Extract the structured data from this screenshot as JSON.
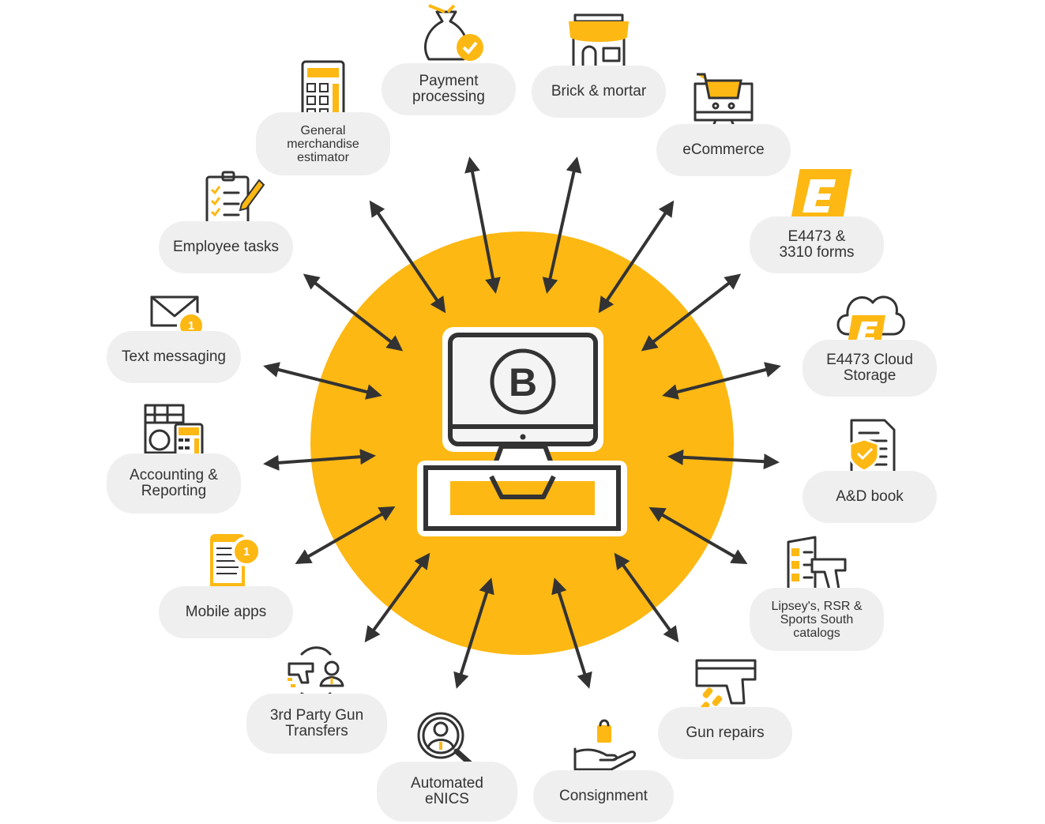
{
  "diagram": {
    "center_logo": "B",
    "nodes": [
      {
        "id": "payment",
        "label": "Payment\nprocessing",
        "icon": "money-bag-check-icon"
      },
      {
        "id": "brick",
        "label": "Brick & mortar",
        "icon": "storefront-icon"
      },
      {
        "id": "ecommerce",
        "label": "eCommerce",
        "icon": "monitor-cart-icon"
      },
      {
        "id": "e4473",
        "label": "E4473 &\n3310 forms",
        "icon": "e4473-logo-icon"
      },
      {
        "id": "cloud",
        "label": "E4473 Cloud\nStorage",
        "icon": "cloud-e4473-icon"
      },
      {
        "id": "adbook",
        "label": "A&D book",
        "icon": "document-shield-icon"
      },
      {
        "id": "catalogs",
        "label": "Lipsey's, RSR &\nSports South\ncatalogs",
        "icon": "catalog-gun-icon"
      },
      {
        "id": "repairs",
        "label": "Gun repairs",
        "icon": "gun-shells-icon"
      },
      {
        "id": "consignment",
        "label": "Consignment",
        "icon": "hand-bag-icon"
      },
      {
        "id": "enics",
        "label": "Automated\neNICS",
        "icon": "magnifier-person-icon"
      },
      {
        "id": "transfers",
        "label": "3rd Party Gun\nTransfers",
        "icon": "gun-transfer-person-icon"
      },
      {
        "id": "mobile",
        "label": "Mobile apps",
        "icon": "phone-notification-icon",
        "badge": "1"
      },
      {
        "id": "accounting",
        "label": "Accounting &\nReporting",
        "icon": "calculator-dollar-icon"
      },
      {
        "id": "texting",
        "label": "Text messaging",
        "icon": "envelope-notification-icon",
        "badge": "1"
      },
      {
        "id": "tasks",
        "label": "Employee tasks",
        "icon": "clipboard-checklist-icon"
      },
      {
        "id": "estimator",
        "label": "General\nmerchandise\nestimator",
        "icon": "calculator-icon"
      }
    ]
  },
  "colors": {
    "accent": "#FDB813",
    "dark": "#333333",
    "pill": "#EFEFEF"
  }
}
